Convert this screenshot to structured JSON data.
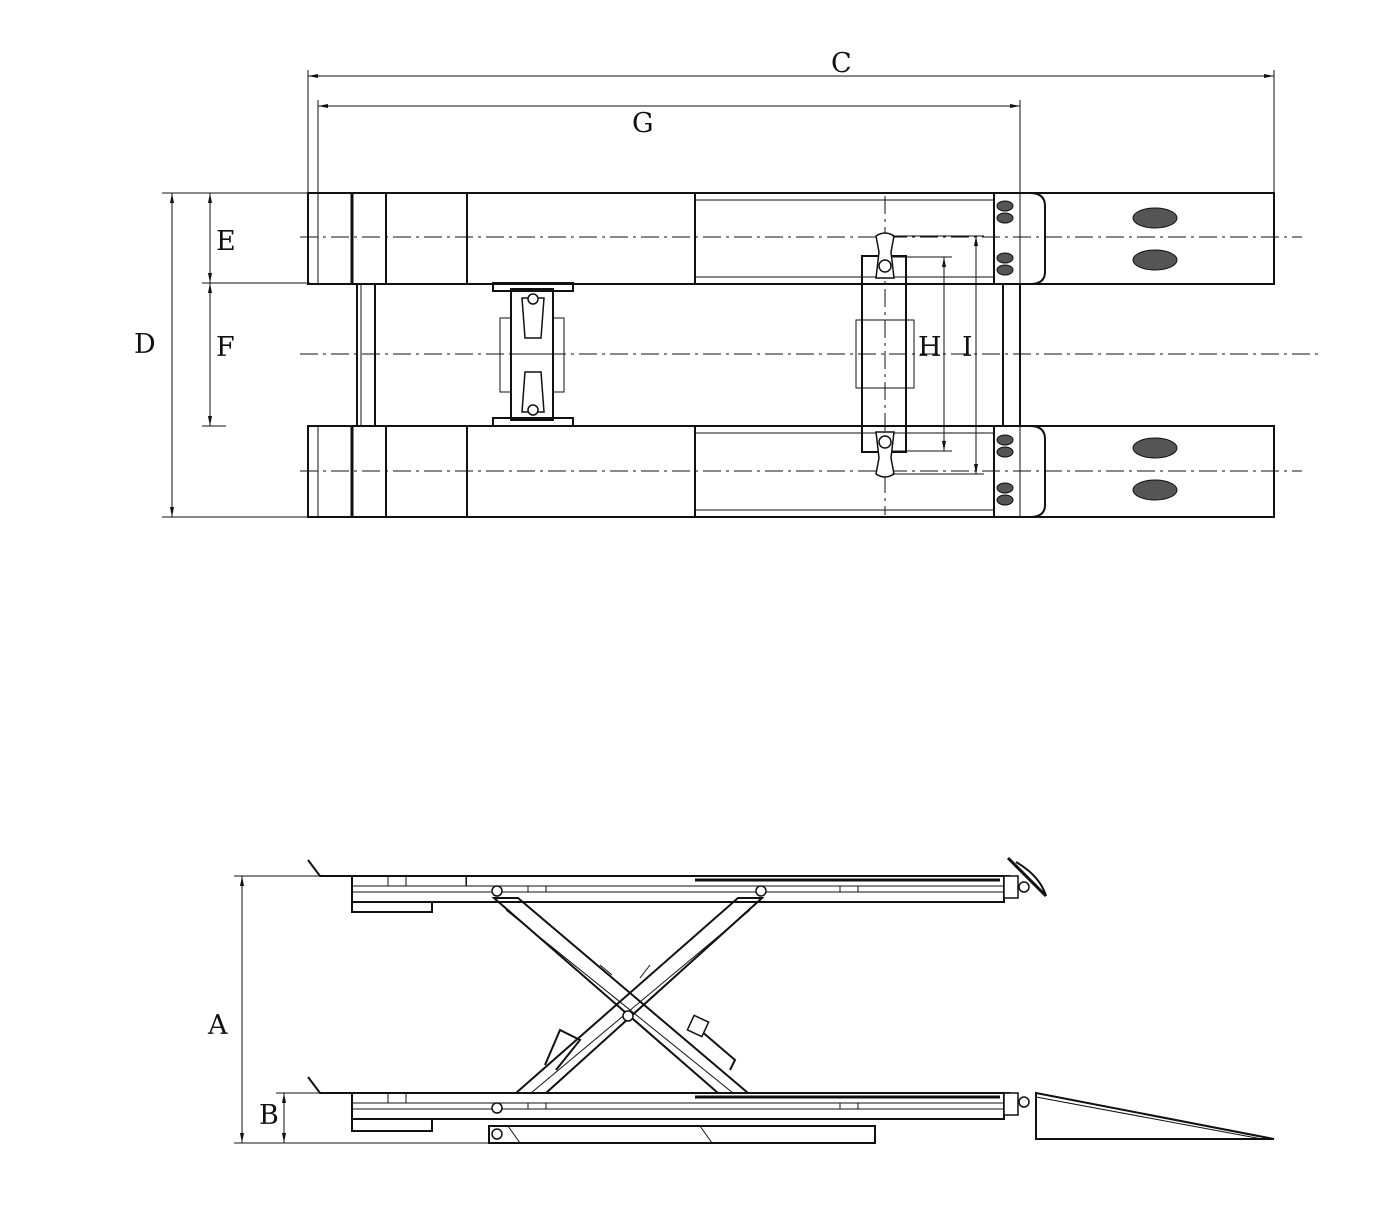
{
  "dimensions": {
    "A": "A",
    "B": "B",
    "C": "C",
    "D": "D",
    "E": "E",
    "F": "F",
    "G": "G",
    "H": "H",
    "I": "I"
  },
  "colors": {
    "line": "#111111",
    "background": "#ffffff",
    "hatch": "#555555"
  }
}
